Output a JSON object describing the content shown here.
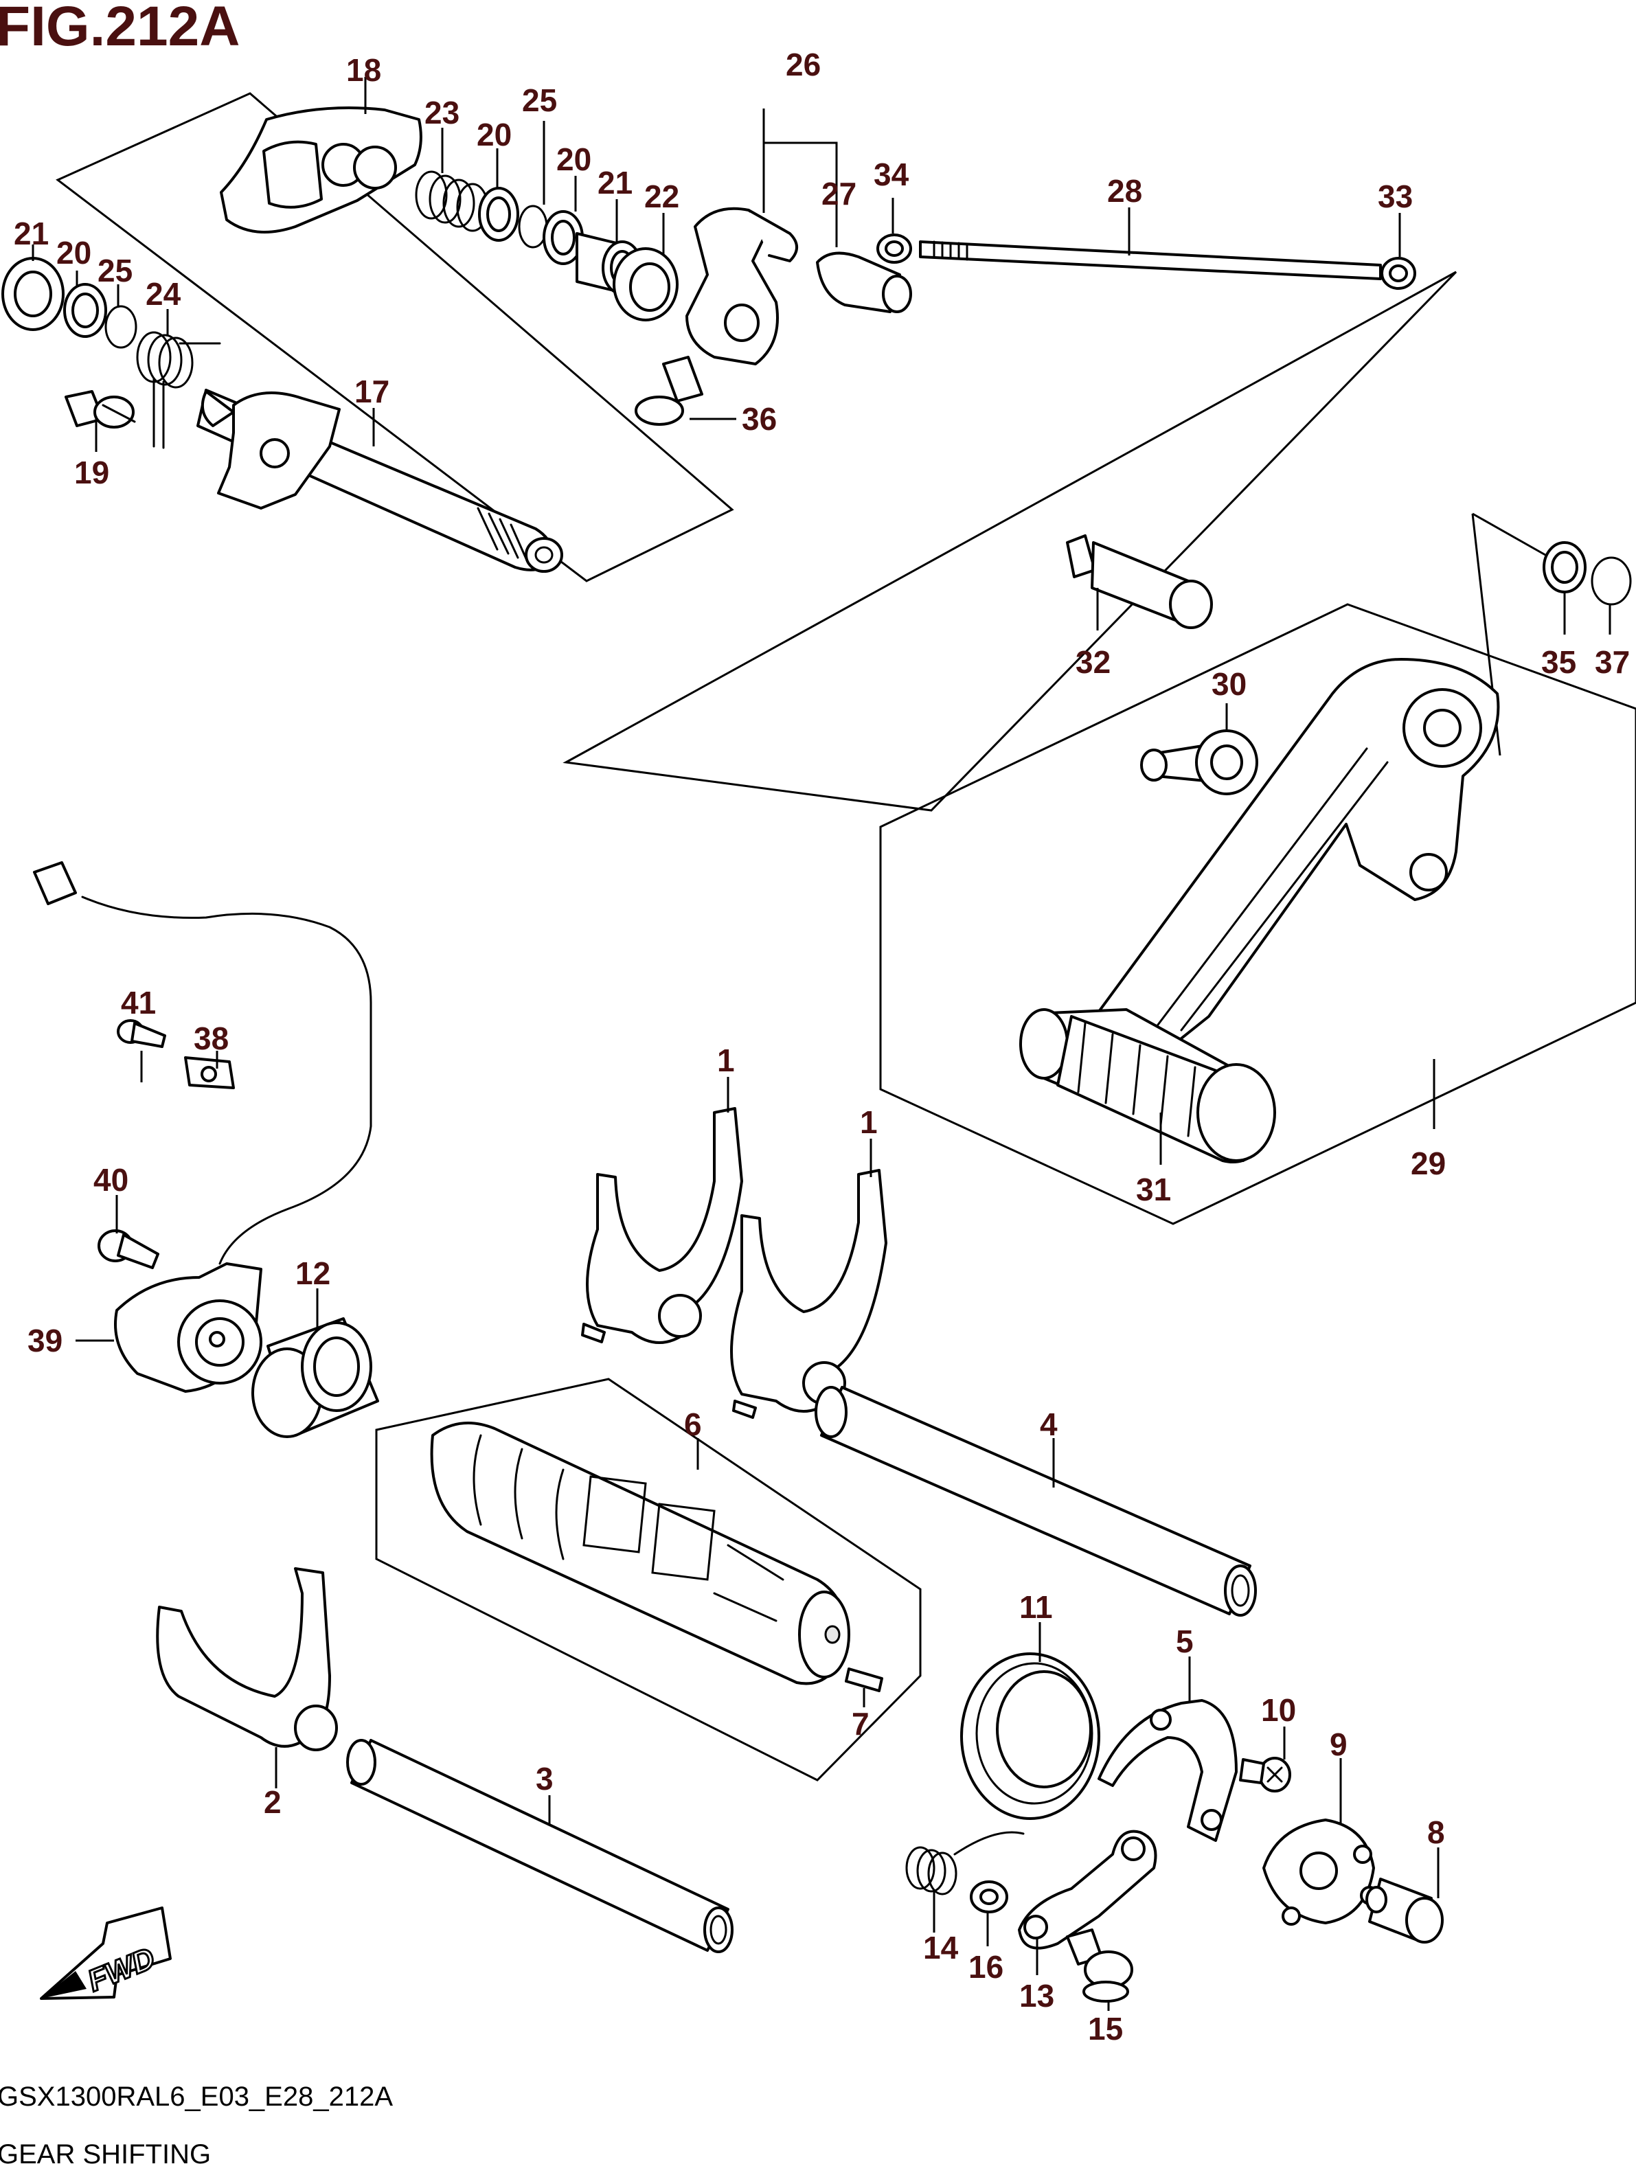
{
  "figure_title": "FIG.212A",
  "footer": {
    "code": "GSX1300RAL6_E03_E28_212A",
    "name": "GEAR SHIFTING"
  },
  "fwd_label": "FWD",
  "callouts": {
    "c1a": "1",
    "c1b": "1",
    "c2": "2",
    "c3": "3",
    "c4": "4",
    "c5": "5",
    "c6": "6",
    "c7": "7",
    "c8": "8",
    "c9": "9",
    "c10": "10",
    "c11": "11",
    "c12": "12",
    "c13": "13",
    "c14": "14",
    "c15": "15",
    "c16": "16",
    "c17": "17",
    "c18": "18",
    "c19": "19",
    "c20a": "20",
    "c20b": "20",
    "c20c": "20",
    "c21a": "21",
    "c21b": "21",
    "c22": "22",
    "c23": "23",
    "c24": "24",
    "c25a": "25",
    "c25b": "25",
    "c26": "26",
    "c27": "27",
    "c28": "28",
    "c29": "29",
    "c30": "30",
    "c31": "31",
    "c32": "32",
    "c33": "33",
    "c34": "34",
    "c35": "35",
    "c36": "36",
    "c37": "37",
    "c38": "38",
    "c39": "39",
    "c40": "40",
    "c41": "41"
  }
}
